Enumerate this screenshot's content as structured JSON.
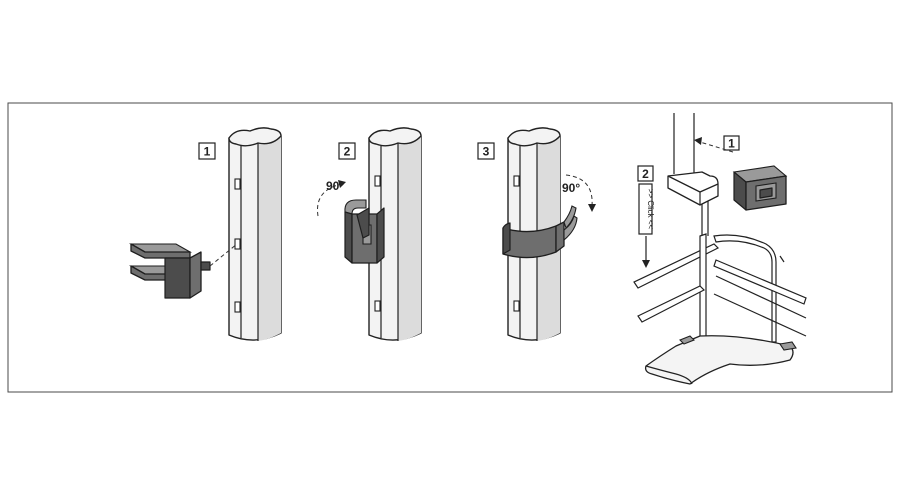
{
  "steps": [
    {
      "number": "1"
    },
    {
      "number": "2",
      "angle": "90°"
    },
    {
      "number": "3",
      "angle": "90°"
    }
  ],
  "detail": {
    "step_1": "1",
    "step_2": "2",
    "click_label": ">> Click <<"
  }
}
